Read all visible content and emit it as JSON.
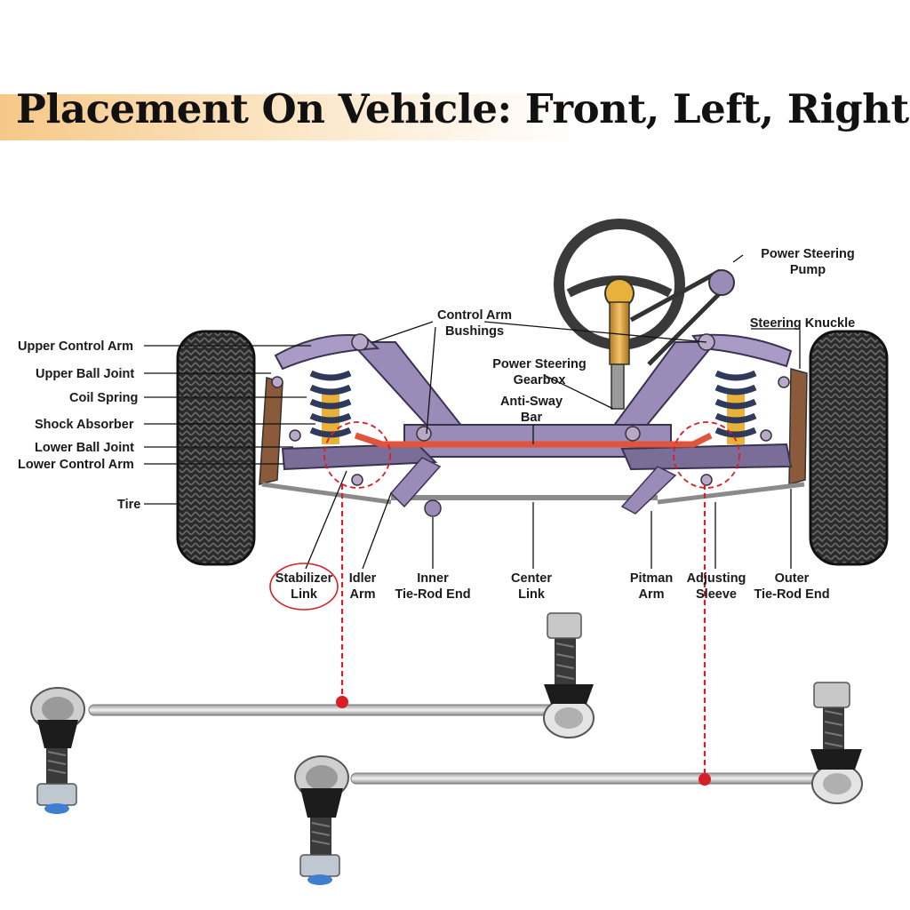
{
  "title": "Placement On Vehicle: Front, Left, Right",
  "labels": {
    "upper_control_arm": "Upper Control Arm",
    "upper_ball_joint": "Upper Ball Joint",
    "coil_spring": "Coil Spring",
    "shock_absorber": "Shock Absorber",
    "lower_ball_joint": "Lower Ball Joint",
    "lower_control_arm": "Lower Control Arm",
    "tire": "Tire",
    "control_arm_bushings_1": "Control Arm",
    "control_arm_bushings_2": "Bushings",
    "power_steering_gearbox_1": "Power Steering",
    "power_steering_gearbox_2": "Gearbox",
    "anti_sway_bar_1": "Anti-Sway",
    "anti_sway_bar_2": "Bar",
    "power_steering_pump_1": "Power Steering",
    "power_steering_pump_2": "Pump",
    "steering_knuckle": "Steering Knuckle",
    "stabilizer_link_1": "Stabilizer",
    "stabilizer_link_2": "Link",
    "idler_arm_1": "Idler",
    "idler_arm_2": "Arm",
    "inner_tie_rod_end_1": "Inner",
    "inner_tie_rod_end_2": "Tie-Rod End",
    "center_link_1": "Center",
    "center_link_2": "Link",
    "pitman_arm_1": "Pitman",
    "pitman_arm_2": "Arm",
    "adjusting_sleeve_1": "Adjusting",
    "adjusting_sleeve_2": "Sleeve",
    "outer_tie_rod_end_1": "Outer",
    "outer_tie_rod_end_2": "Tie-Rod End"
  },
  "colors": {
    "frame": "#9a8bb8",
    "highlight": "#e0543c",
    "marker": "#d81f26",
    "tire": "#2b2b2b",
    "spring": "#2f3a5a",
    "shock": "#e8b13a",
    "title_band": "#f6c888"
  }
}
